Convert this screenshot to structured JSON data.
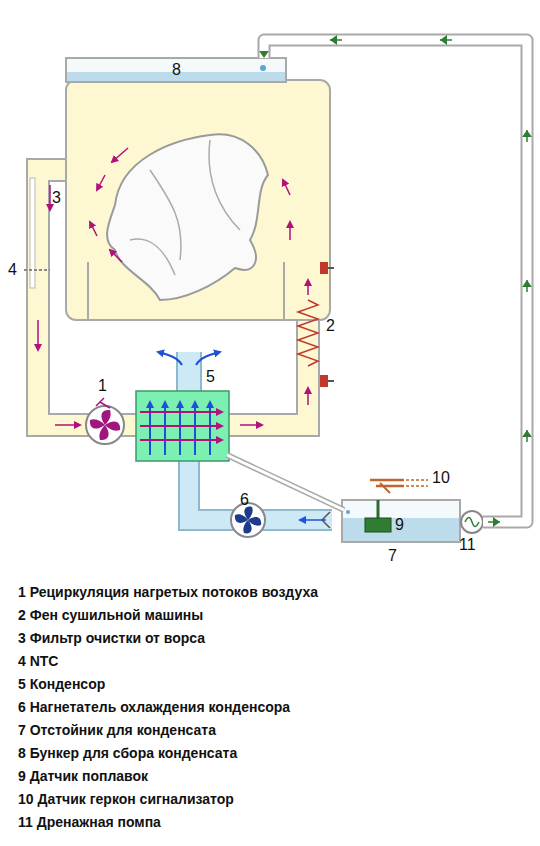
{
  "diagram": {
    "nodes": [
      {
        "text": [
          "8"
        ]
      },
      {
        "text": [
          "5"
        ]
      },
      {
        "text": [
          "7"
        ]
      },
      {
        "text": [
          "9"
        ],
        "in": 2
      },
      {
        "text": [
          "11"
        ]
      }
    ],
    "edges": [
      {
        "from": 4,
        "to": 0,
        "arrow": "to"
      },
      {
        "from": 1,
        "to": 2,
        "arrow": "none"
      }
    ],
    "labels": [
      "1",
      "2",
      "3",
      "4",
      "6",
      "10",
      "1 Рециркуляция нагретых потоков воздуха",
      "2 Фен сушильной машины",
      "3 Фильтр очистки от ворса",
      "4 NTC",
      "5 Конденсор",
      "6 Нагнетатель охлаждения конденсора",
      "7 Отстойник для конденсата",
      "8 Бункер для сбора конденсата",
      "9 Датчик поплавок",
      "10 Датчик геркон сигнализатор",
      "11 Дренажная помпа"
    ]
  }
}
